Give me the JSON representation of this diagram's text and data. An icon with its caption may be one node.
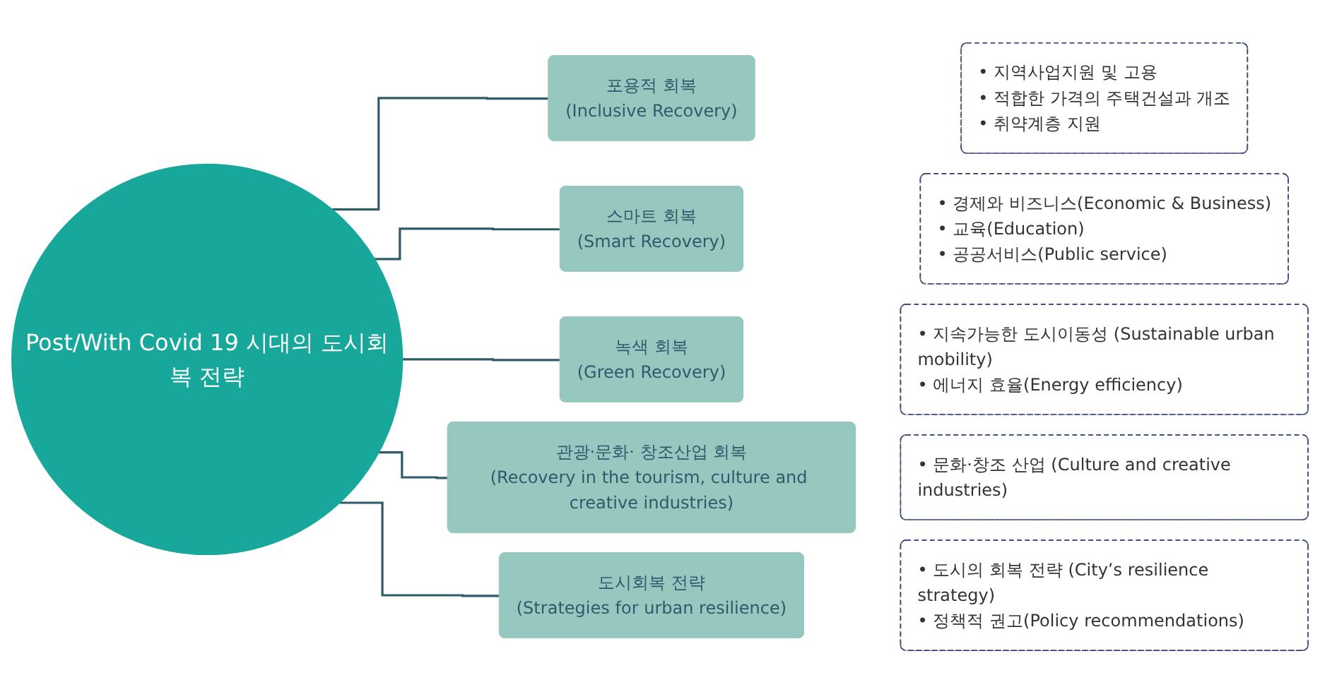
{
  "diagram": {
    "nodes": [
      {
        "text": [
          "Post/With Covid 19 시대의 도시회복 전략"
        ]
      },
      {
        "text": [
          "포용적 회복",
          "(Inclusive Recovery)"
        ]
      },
      {
        "text": [
          "• 지역사업지원 및 고용",
          "• 적합한 가격의 주택건설과 개조",
          "• 취약계층 지원"
        ]
      },
      {
        "text": [
          "스마트 회복",
          "(Smart Recovery)"
        ]
      },
      {
        "text": [
          "• 경제와 비즈니스(Economic & Business)",
          "• 교육(Education)",
          "• 공공서비스(Public service)"
        ]
      },
      {
        "text": [
          "녹색 회복",
          "(Green Recovery)"
        ]
      },
      {
        "text": [
          "• 지속가능한 도시이동성 (Sustainable urban mobility)",
          "• 에너지 효율(Energy efficiency)"
        ]
      },
      {
        "text": [
          "관광·문화· 창조산업 회복",
          "(Recovery in the tourism, culture and creative industries)"
        ]
      },
      {
        "text": [
          "• 문화·창조 산업 (Culture and creative industries)"
        ]
      },
      {
        "text": [
          "도시회복 전략",
          "(Strategies for urban resilience)"
        ]
      },
      {
        "text": [
          "• 도시의 회복 전략 (City’s resilience strategy)",
          "• 정책적 권고(Policy recommendations)"
        ]
      }
    ],
    "edges": [
      {
        "from": 0,
        "to": 1,
        "arrow": "none"
      },
      {
        "from": 0,
        "to": 3,
        "arrow": "none"
      },
      {
        "from": 0,
        "to": 5,
        "arrow": "none"
      },
      {
        "from": 0,
        "to": 7,
        "arrow": "none"
      },
      {
        "from": 0,
        "to": 9,
        "arrow": "none"
      }
    ]
  }
}
